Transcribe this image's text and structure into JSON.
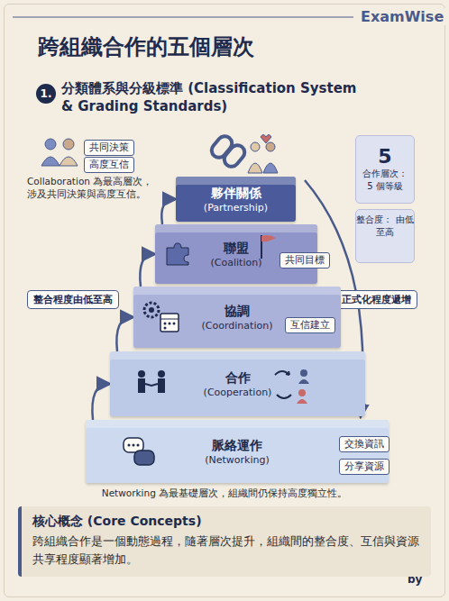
{
  "diagram": {
    "title": "跨組織合作的五個層次",
    "nodes": [
      {
        "text": [
          "共同決策"
        ]
      },
      {
        "text": [
          "高度互信"
        ]
      },
      {
        "text": [
          "5",
          "合作層次： 5 個等級"
        ]
      },
      {
        "text": [
          "整合度： 由低至高"
        ]
      },
      {
        "text": [
          "夥伴關係",
          "(Partnership)"
        ]
      },
      {
        "text": [
          "聯盟",
          "(Coalition)"
        ]
      },
      {
        "text": [
          "共同目標"
        ]
      },
      {
        "text": [
          "整合程度由低至高"
        ]
      },
      {
        "text": [
          "正式化程度遞增"
        ]
      },
      {
        "text": [
          "協調",
          "(Coordination)"
        ]
      },
      {
        "text": [
          "互信建立"
        ]
      },
      {
        "text": [
          "合作",
          "(Cooperation)"
        ]
      },
      {
        "text": [
          "脈絡運作",
          "(Networking)"
        ]
      },
      {
        "text": [
          "交換資訊"
        ]
      },
      {
        "text": [
          "分享資源"
        ]
      },
      {
        "text": [
          "核心概念 (Core Concepts)",
          "跨組織合作是一個動態過程，隨著層次提升，組織間的整合度、互信與資源共享程度顯著增加。"
        ]
      }
    ],
    "edges": [
      {
        "from": 12,
        "to": 11,
        "arrow": "to"
      },
      {
        "from": 11,
        "to": 9,
        "arrow": "to"
      },
      {
        "from": 9,
        "to": 5,
        "arrow": "to"
      },
      {
        "from": 5,
        "to": 4,
        "arrow": "to"
      }
    ],
    "labels": [
      "ExamWise",
      "1.",
      "分類體系與分級標準 (Classification System & Grading Standards)",
      "Collaboration 為最高層次，涉及共同決策與高度互信。",
      "Networking 為最基礎層次，組織間仍保持高度獨立性。",
      "by"
    ]
  }
}
